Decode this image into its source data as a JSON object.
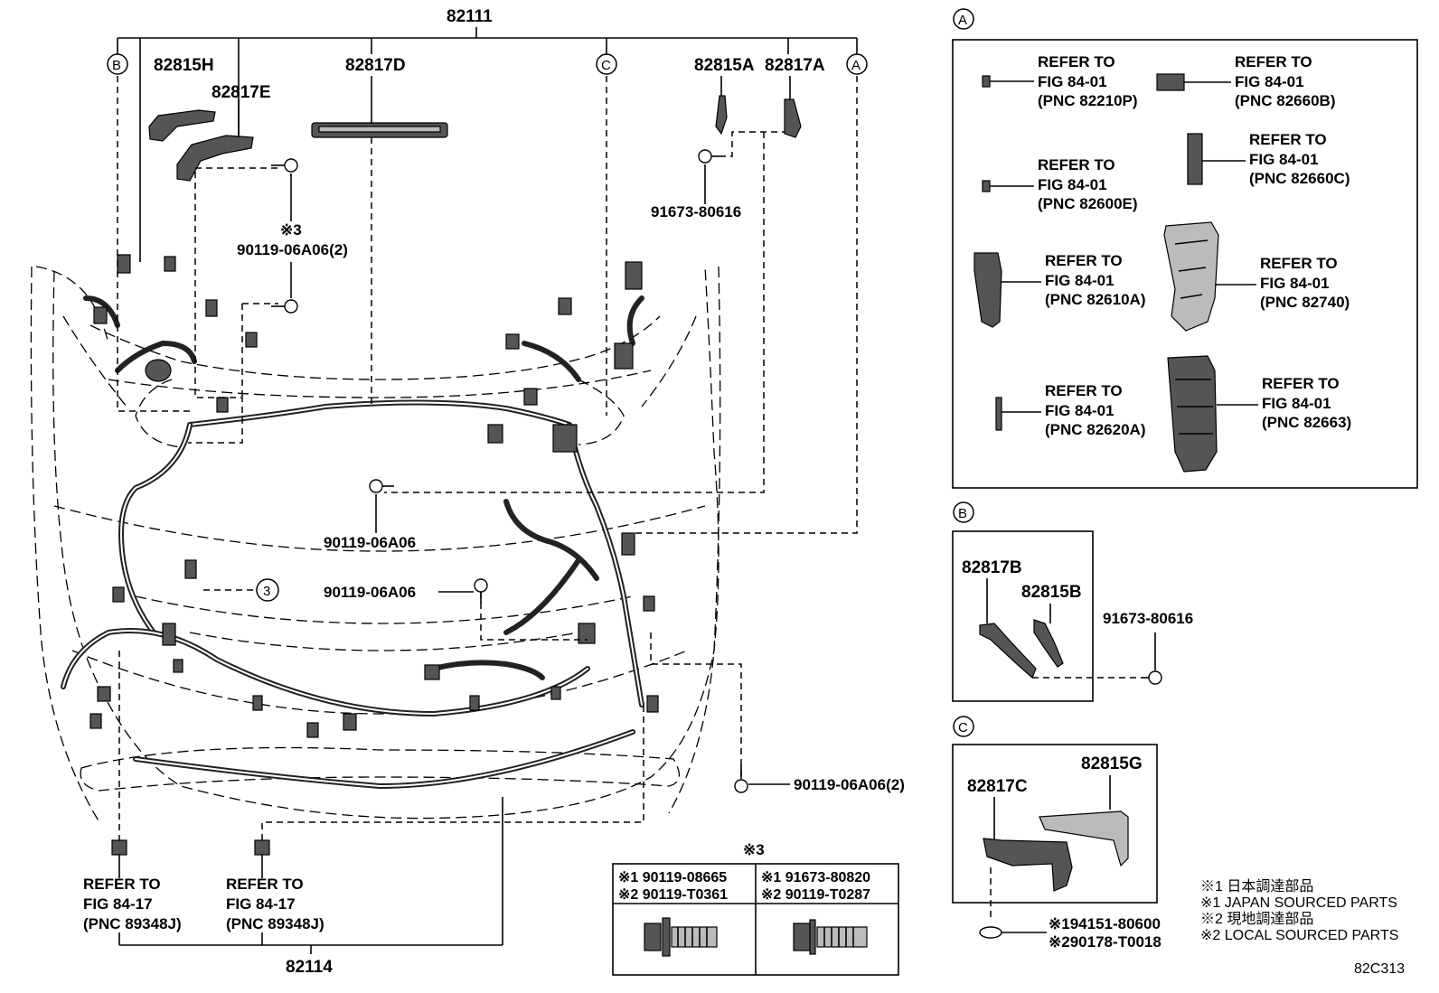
{
  "main": {
    "top_part": "82111",
    "bottom_part": "82114",
    "labels": {
      "p82815H": "82815H",
      "p82817E": "82817E",
      "p82817D": "82817D",
      "p82815A": "82815A",
      "p82817A": "82817A",
      "bolt_91673": "91673-80616",
      "note_x3": "※3",
      "bolt_2": "90119-06A06(2)",
      "bolt_a": "90119-06A06",
      "bolt_b": "90119-06A06",
      "bolt_c": "90119-06A06(2)",
      "callout_3": "3"
    },
    "callouts": {
      "a": "A",
      "b": "B",
      "c": "C"
    },
    "refer_left": [
      "REFER TO",
      "FIG 84-17",
      "(PNC 89348J)"
    ],
    "refer_right": [
      "REFER TO",
      "FIG 84-17",
      "(PNC 89348J)"
    ]
  },
  "panel_a": {
    "callout": "A",
    "refers": [
      [
        "REFER TO",
        "FIG 84-01",
        "(PNC 82210P)"
      ],
      [
        "REFER TO",
        "FIG 84-01",
        "(PNC 82660B)"
      ],
      [
        "REFER TO",
        "FIG 84-01",
        "(PNC 82600E)"
      ],
      [
        "REFER TO",
        "FIG 84-01",
        "(PNC 82660C)"
      ],
      [
        "REFER TO",
        "FIG 84-01",
        "(PNC 82610A)"
      ],
      [
        "REFER TO",
        "FIG 84-01",
        "(PNC 82740)"
      ],
      [
        "REFER TO",
        "FIG 84-01",
        "(PNC 82620A)"
      ],
      [
        "REFER TO",
        "FIG 84-01",
        "(PNC 82663)"
      ]
    ]
  },
  "panel_b": {
    "callout": "B",
    "p1": "82817B",
    "p2": "82815B",
    "bolt": "91673-80616"
  },
  "panel_c": {
    "callout": "C",
    "p1": "82817C",
    "p2": "82815G",
    "clip1": "※194151-80600",
    "clip2": "※290178-T0018"
  },
  "table_x3": {
    "title": "※3",
    "left_row1": "※1 90119-08665",
    "left_row2": "※2 90119-T0361",
    "right_row1": "※1 91673-80820",
    "right_row2": "※2 90119-T0287"
  },
  "legend": [
    "※1 日本調達部品",
    "※1 JAPAN SOURCED PARTS",
    "※2 現地調達部品",
    "※2 LOCAL SOURCED PARTS"
  ],
  "figure_code": "82C313"
}
